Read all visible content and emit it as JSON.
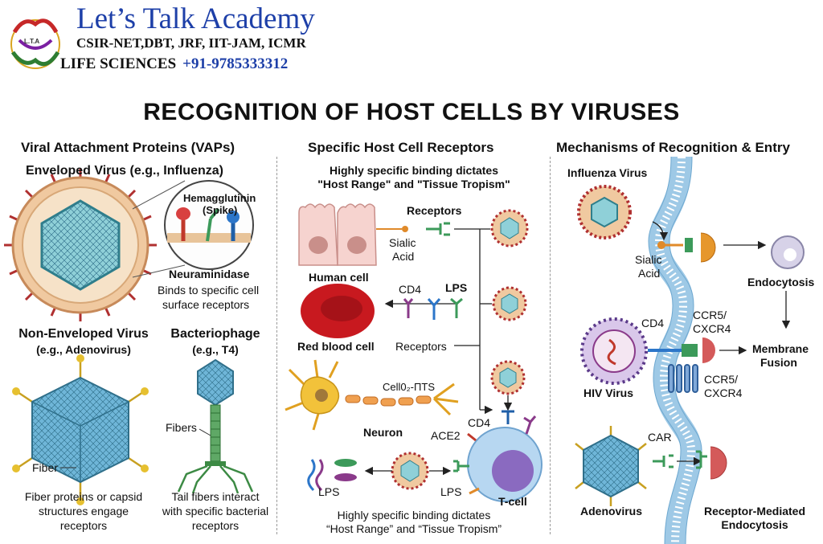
{
  "header": {
    "brand_title": "Let’s Talk Academy",
    "brand_exams": "CSIR-NET,DBT, JRF, IIT-JAM, ICMR",
    "brand_subject": "LIFE SCIENCES",
    "brand_phone": "+91-9785333312",
    "logo_text": "L.T.A"
  },
  "title": "RECOGNITION OF HOST CELLS BY VIRUSES",
  "col1": {
    "heading": "Viral Attachment Proteins (VAPs)",
    "enveloped_title": "Enveloped Virus (e.g., Influenza)",
    "hemagglutinin": "Hemagglutinin",
    "spike": "(Spike)",
    "neuraminidase": "Neuraminidase",
    "binds_line1": "Binds to specific cell",
    "binds_line2": "surface receptors",
    "nonenv_title": "Non-Enveloped Virus",
    "nonenv_eg": "(e.g., Adenovirus)",
    "phage_title": "Bacteriophage",
    "phage_eg": "(e.g., T4)",
    "fibers": "Fibers",
    "fiber": "Fiber",
    "fiber_desc1": "Fiber proteins or capsid",
    "fiber_desc2": "structures engage",
    "fiber_desc3": "receptors",
    "tail_desc1": "Tail fibers interact",
    "tail_desc2": "with specific bacterial",
    "tail_desc3": "receptors"
  },
  "col2": {
    "heading": "Specific Host Cell Receptors",
    "sub1": "Highly specific binding dictates",
    "sub2": "\"Host Range\" and \"Tissue Tropism\"",
    "receptors": "Receptors",
    "sialic1": "Sialic",
    "sialic2": "Acid",
    "human_cell": "Human cell",
    "cd4": "CD4",
    "lps": "LPS",
    "rbc": "Red blood cell",
    "receptors2": "Receptors",
    "cell_label": "Cell0₂-ΠTS",
    "neuron": "Neuron",
    "cd4_b": "CD4",
    "ace2": "ACE2",
    "lps_b": "LPS",
    "lps_c": "LPS",
    "tcell": "T-cell",
    "foot1": "Highly specific binding dictates",
    "foot2": "“Host Range” and “Tissue Tropism”"
  },
  "col3": {
    "heading": "Mechanisms of Recognition & Entry",
    "influenza": "Influenza Virus",
    "sialic1": "Sialic",
    "sialic2": "Acid",
    "endocytosis": "Endocytosis",
    "cd4": "CD4",
    "ccr5_a1": "CCR5/",
    "ccr5_a2": "CXCR4",
    "membrane1": "Membrane",
    "membrane2": "Fusion",
    "hiv": "HIV Virus",
    "ccr5_b1": "CCR5/",
    "ccr5_b2": "CXCR4",
    "car": "CAR",
    "adenovirus": "Adenovirus",
    "rme1": "Receptor-Mediated",
    "rme2": "Endocytosis"
  },
  "colors": {
    "brand_blue": "#1d3fa8",
    "virus_teal": "#3b8f9a",
    "spike_red": "#c0392b",
    "membrane_blue": "#9ec9e6",
    "rbc_red": "#c8191f",
    "neuron_yellow": "#f2c23a",
    "tcell_blue": "#9ec6ea",
    "receptor_green": "#3c9a5a"
  }
}
